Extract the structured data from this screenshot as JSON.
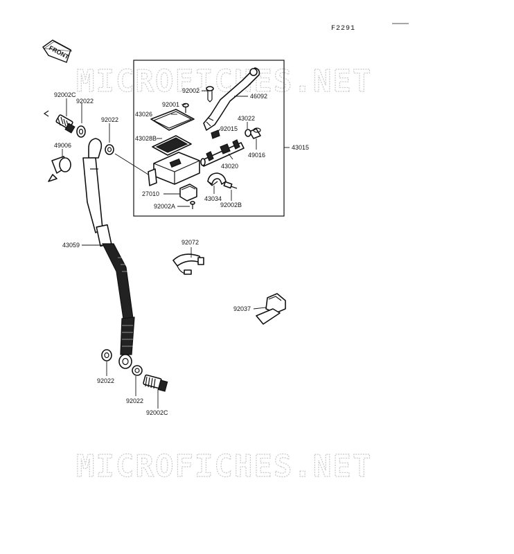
{
  "diagram_code": "F2291",
  "front_label": "FRONT",
  "watermark": "MICROFICHES.NET",
  "parts": {
    "p92002C_top": "92002C",
    "p92022_top": "92022",
    "p49006": "49006",
    "p92022_mid": "92022",
    "p92002": "92002",
    "p46092": "46092",
    "p92001": "92001",
    "p43026": "43026",
    "p43028B": "43028B",
    "p43022": "43022",
    "p92015": "92015",
    "p49016": "49016",
    "p43015": "43015",
    "p43020": "43020",
    "p27010": "27010",
    "p43034": "43034",
    "p92002A": "92002A",
    "p92002B": "92002B",
    "p43059": "43059",
    "p92072": "92072",
    "p92037": "92037",
    "p92022_low1": "92022",
    "p92022_low2": "92022",
    "p92002C_low": "92002C"
  }
}
